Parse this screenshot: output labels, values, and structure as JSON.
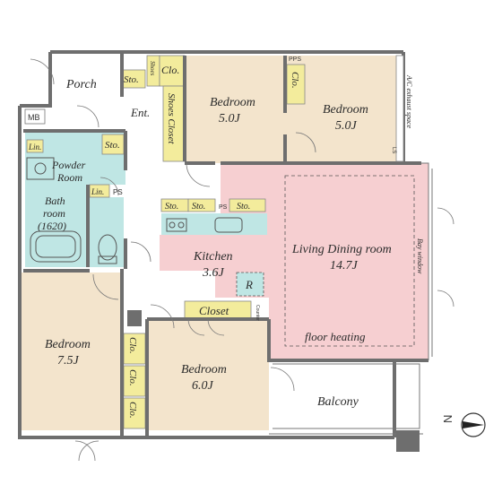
{
  "colors": {
    "bedroom": "#f3e4cc",
    "living": "#f6cfd1",
    "wet_area": "#bfe6e4",
    "storage": "#f3ec9c",
    "wall": "#6e6e6e",
    "balcony": "#ffffff"
  },
  "rooms": {
    "porch": "Porch",
    "mb": "MB",
    "entrance": "Ent.",
    "powder_room": "Powder\nRoom",
    "bathroom": "Bath\nroom\n(1620)",
    "bedroom_top_left": {
      "name": "Bedroom",
      "size": "5.0J"
    },
    "bedroom_top_right": {
      "name": "Bedroom",
      "size": "5.0J"
    },
    "kitchen": {
      "name": "Kitchen",
      "size": "3.6J"
    },
    "living_dining": {
      "name": "Living Dining room",
      "size": "14.7J"
    },
    "floor_heating": "floor heating",
    "bedroom_left": {
      "name": "Bedroom",
      "size": "7.5J"
    },
    "bedroom_center": {
      "name": "Bedroom",
      "size": "6.0J"
    },
    "balcony": "Balcony"
  },
  "storage_labels": {
    "sto_porch": "Sto.",
    "shoes": "Shoes",
    "clo_top": "Clo.",
    "shoes_closet": "Shoes Closet",
    "clo_bedroom_right": "Clo.",
    "pps": "PPS",
    "ac_exhaust": "A/C exhaust space",
    "lin_powder": "Lin.",
    "sto_powder": "Sto.",
    "lin_bath": "Lin.",
    "ps_bath": "PS",
    "sto_kitchen_1": "Sto.",
    "sto_kitchen_2": "Sto.",
    "ps_kitchen": "PS",
    "sto_kitchen_3": "Sto.",
    "refrigerator": "R",
    "closet": "Closet",
    "counter": "Counter",
    "clo_1": "Clo.",
    "clo_2": "Clo.",
    "clo_3": "Clo.",
    "ls": "LS",
    "bay_window": "Bay window"
  },
  "compass": {
    "letter": "N"
  }
}
